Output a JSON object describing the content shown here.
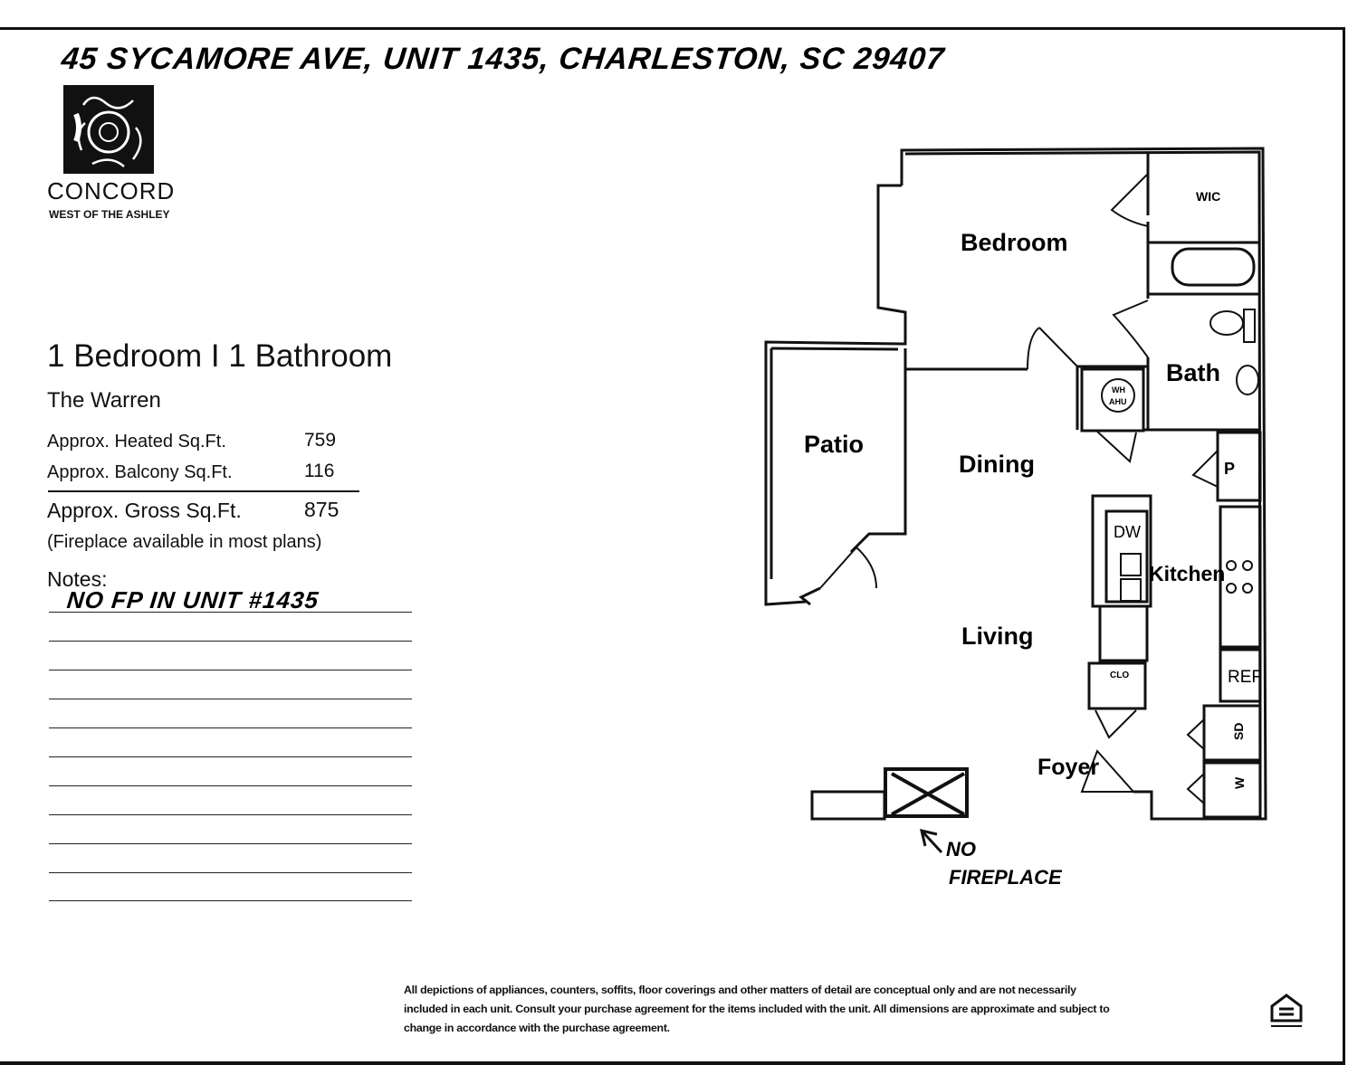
{
  "header": {
    "handwritten_address": "45 Sycamore Ave, Unit 1435, Charleston, SC 29407"
  },
  "logo": {
    "brand": "CONCORD",
    "subtitle": "WEST OF THE ASHLEY"
  },
  "plan": {
    "title": "1 Bedroom I 1 Bathroom",
    "name": "The Warren",
    "specs": [
      {
        "label": "Approx. Heated Sq.Ft.",
        "value": "759"
      },
      {
        "label": "Approx. Balcony Sq.Ft.",
        "value": "116"
      },
      {
        "label": "Approx. Gross Sq.Ft.",
        "value": "875"
      }
    ],
    "fireplace_note": "(Fireplace available in most plans)",
    "notes_label": "Notes:",
    "handwritten_note": "No FP in unit #1435"
  },
  "floorplan": {
    "rooms": {
      "bedroom": "Bedroom",
      "wic": "WIC",
      "bath": "Bath",
      "patio": "Patio",
      "dining": "Dining",
      "living": "Living",
      "kitchen": "Kitchen",
      "foyer": "Foyer",
      "pantry": "P",
      "dw": "DW",
      "clo": "CLO",
      "ref": "REF",
      "sd": "SD",
      "w": "W",
      "wh": "WH",
      "ahu": "AHU"
    },
    "handwritten_annotation_line1": "No",
    "handwritten_annotation_line2": "Fireplace"
  },
  "footer": {
    "disclaimer": "All depictions of appliances, counters, soffits, floor coverings and other matters of detail are conceptual only and are not necessarily included in each unit. Consult your purchase agreement for the items included with the unit. All dimensions are approximate and subject to change in accordance with the purchase agreement.",
    "equal_housing_icon": "equal-housing-icon"
  }
}
